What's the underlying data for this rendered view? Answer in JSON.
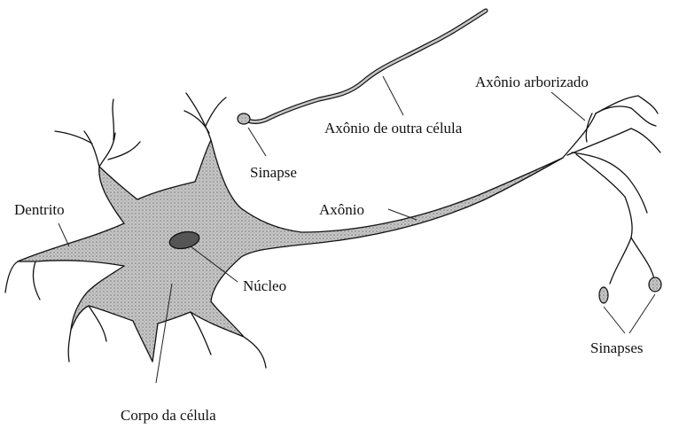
{
  "labels": {
    "dendrite": "Dentrito",
    "cell_body": "Corpo da célula",
    "nucleus": "Núcleo",
    "synapse": "Sinapse",
    "other_axon": "Axônio de outra célula",
    "axon": "Axônio",
    "arborized_axon": "Axônio arborizado",
    "synapses": "Sinapses"
  },
  "colors": {
    "ink": "#111111",
    "stipple_fill": "#b9b9b9",
    "nucleus_fill": "#555555",
    "background": "#ffffff"
  }
}
